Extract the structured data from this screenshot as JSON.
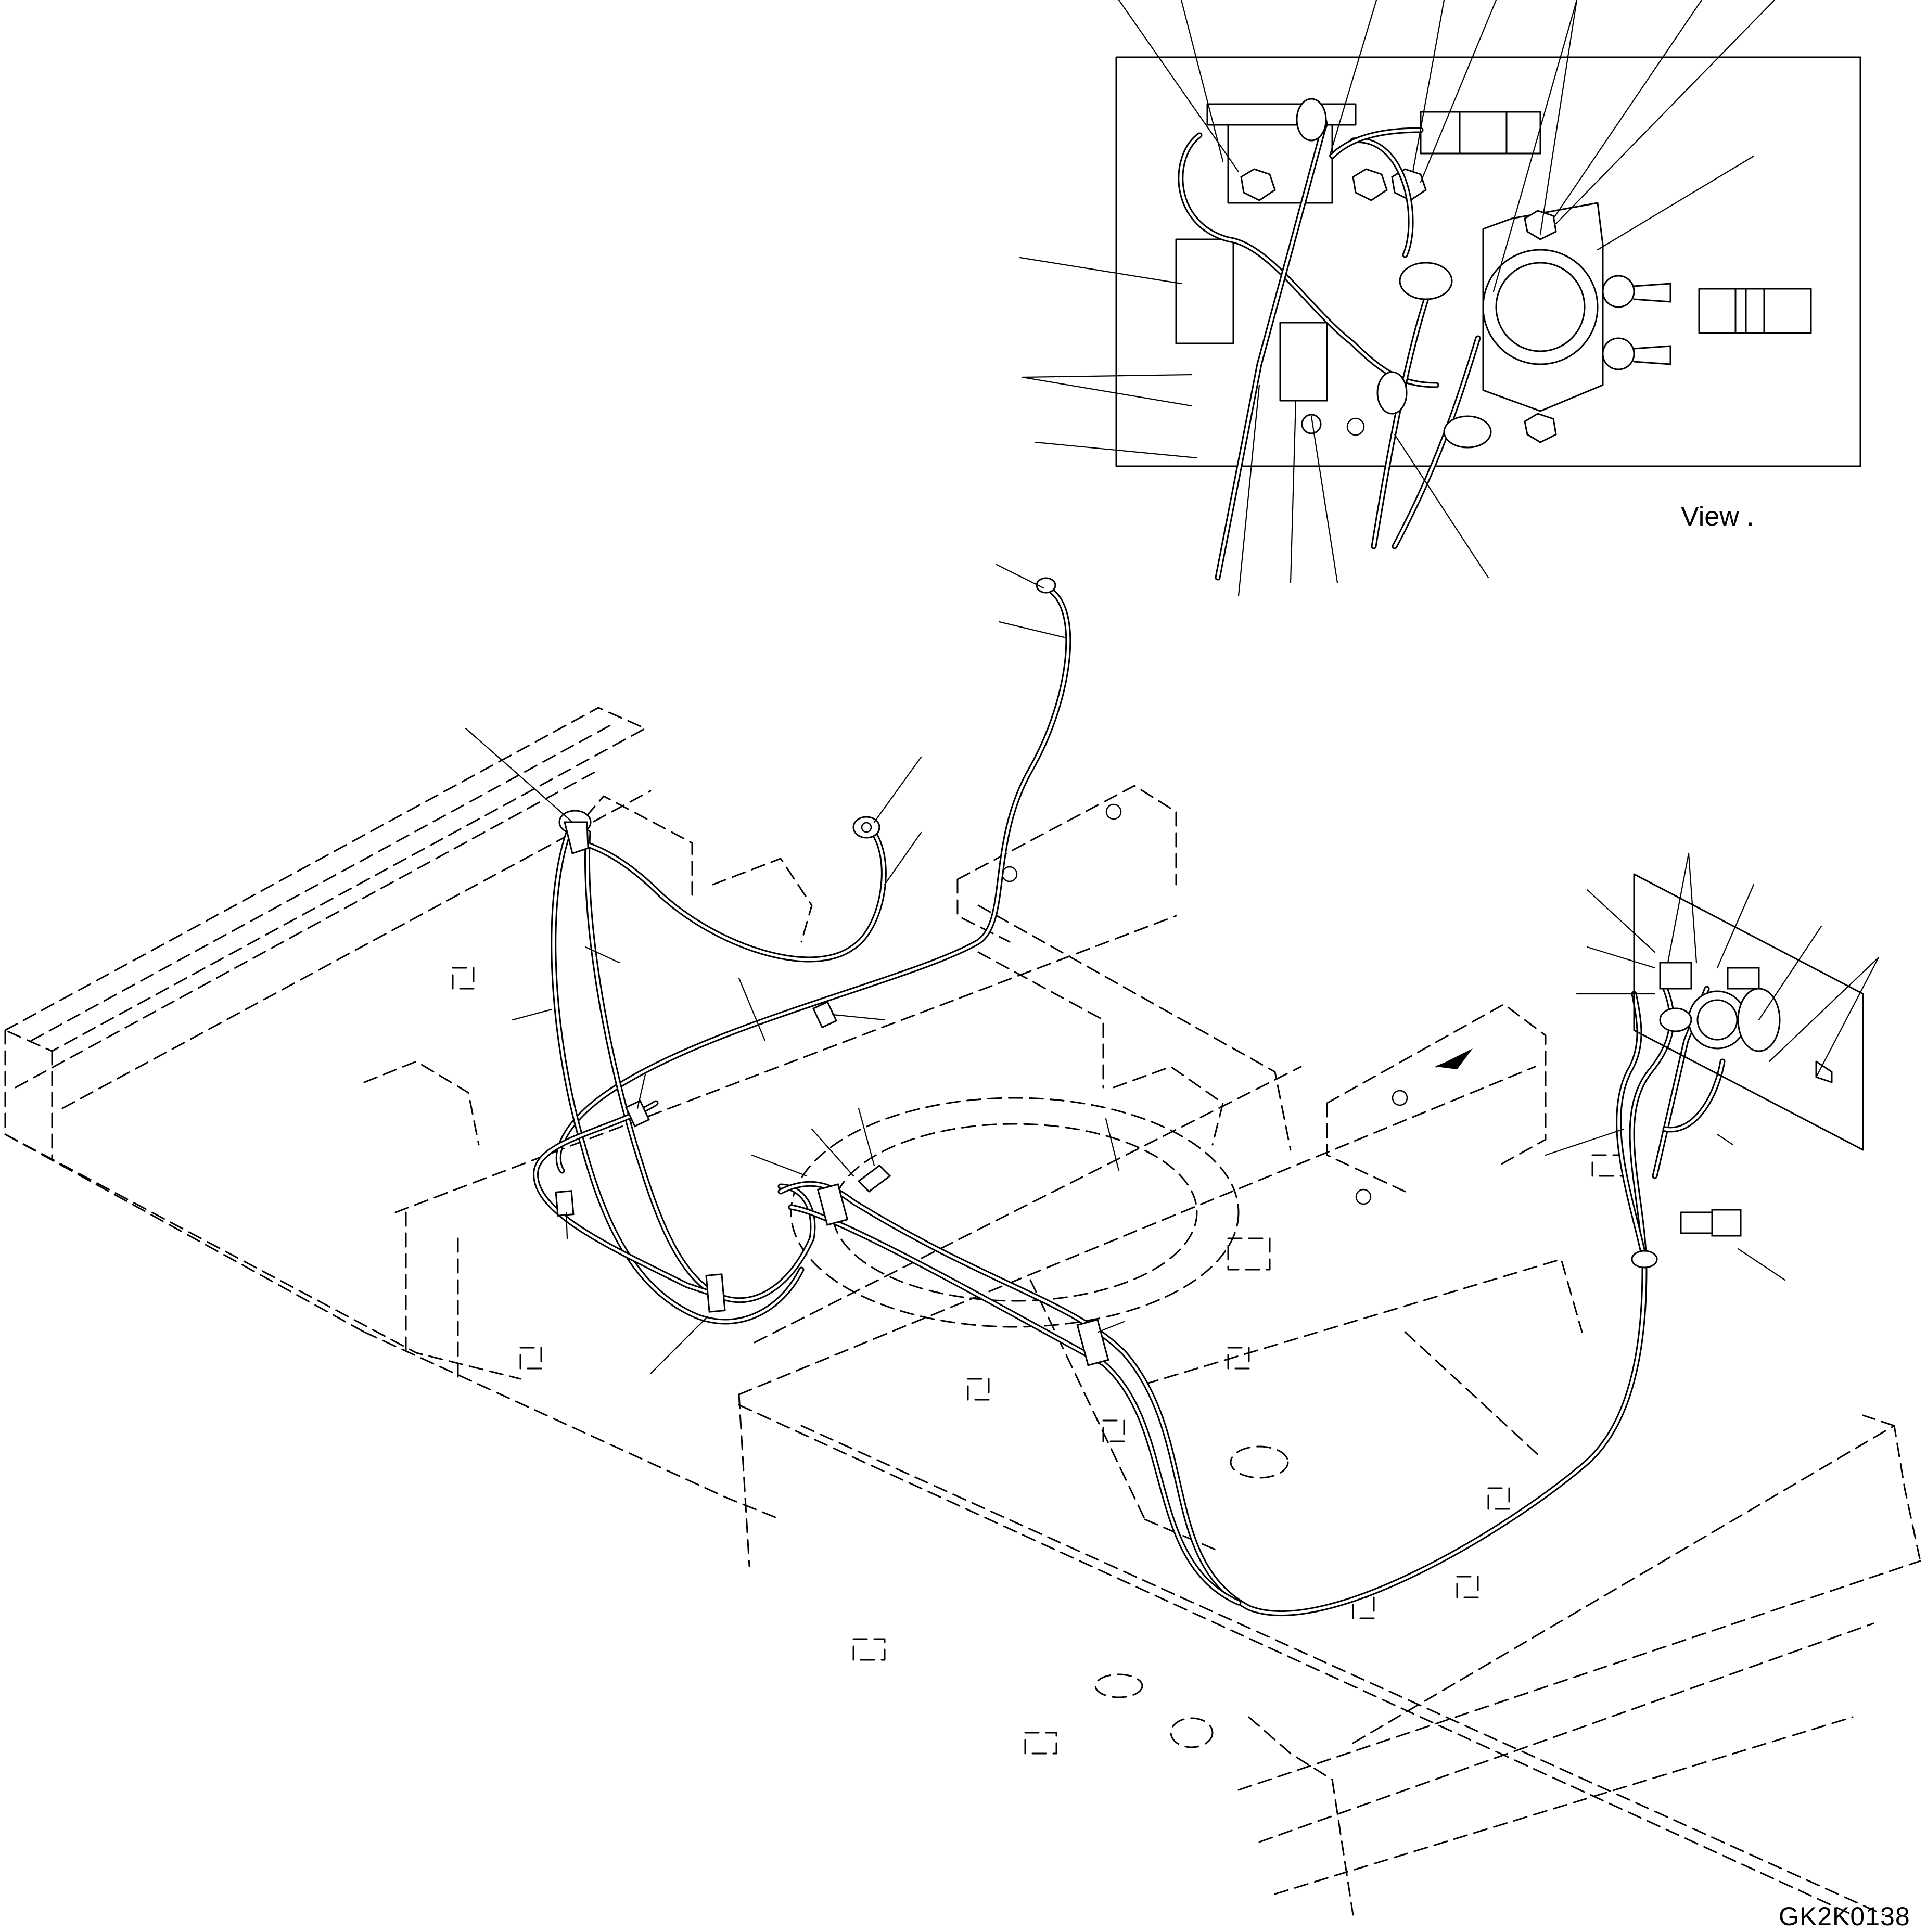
{
  "view_inset": {
    "title": "View ."
  },
  "drawing_number": "GK2K0138",
  "leader_line_count": 45,
  "colors": {
    "line": "#000000",
    "background": "#ffffff"
  }
}
